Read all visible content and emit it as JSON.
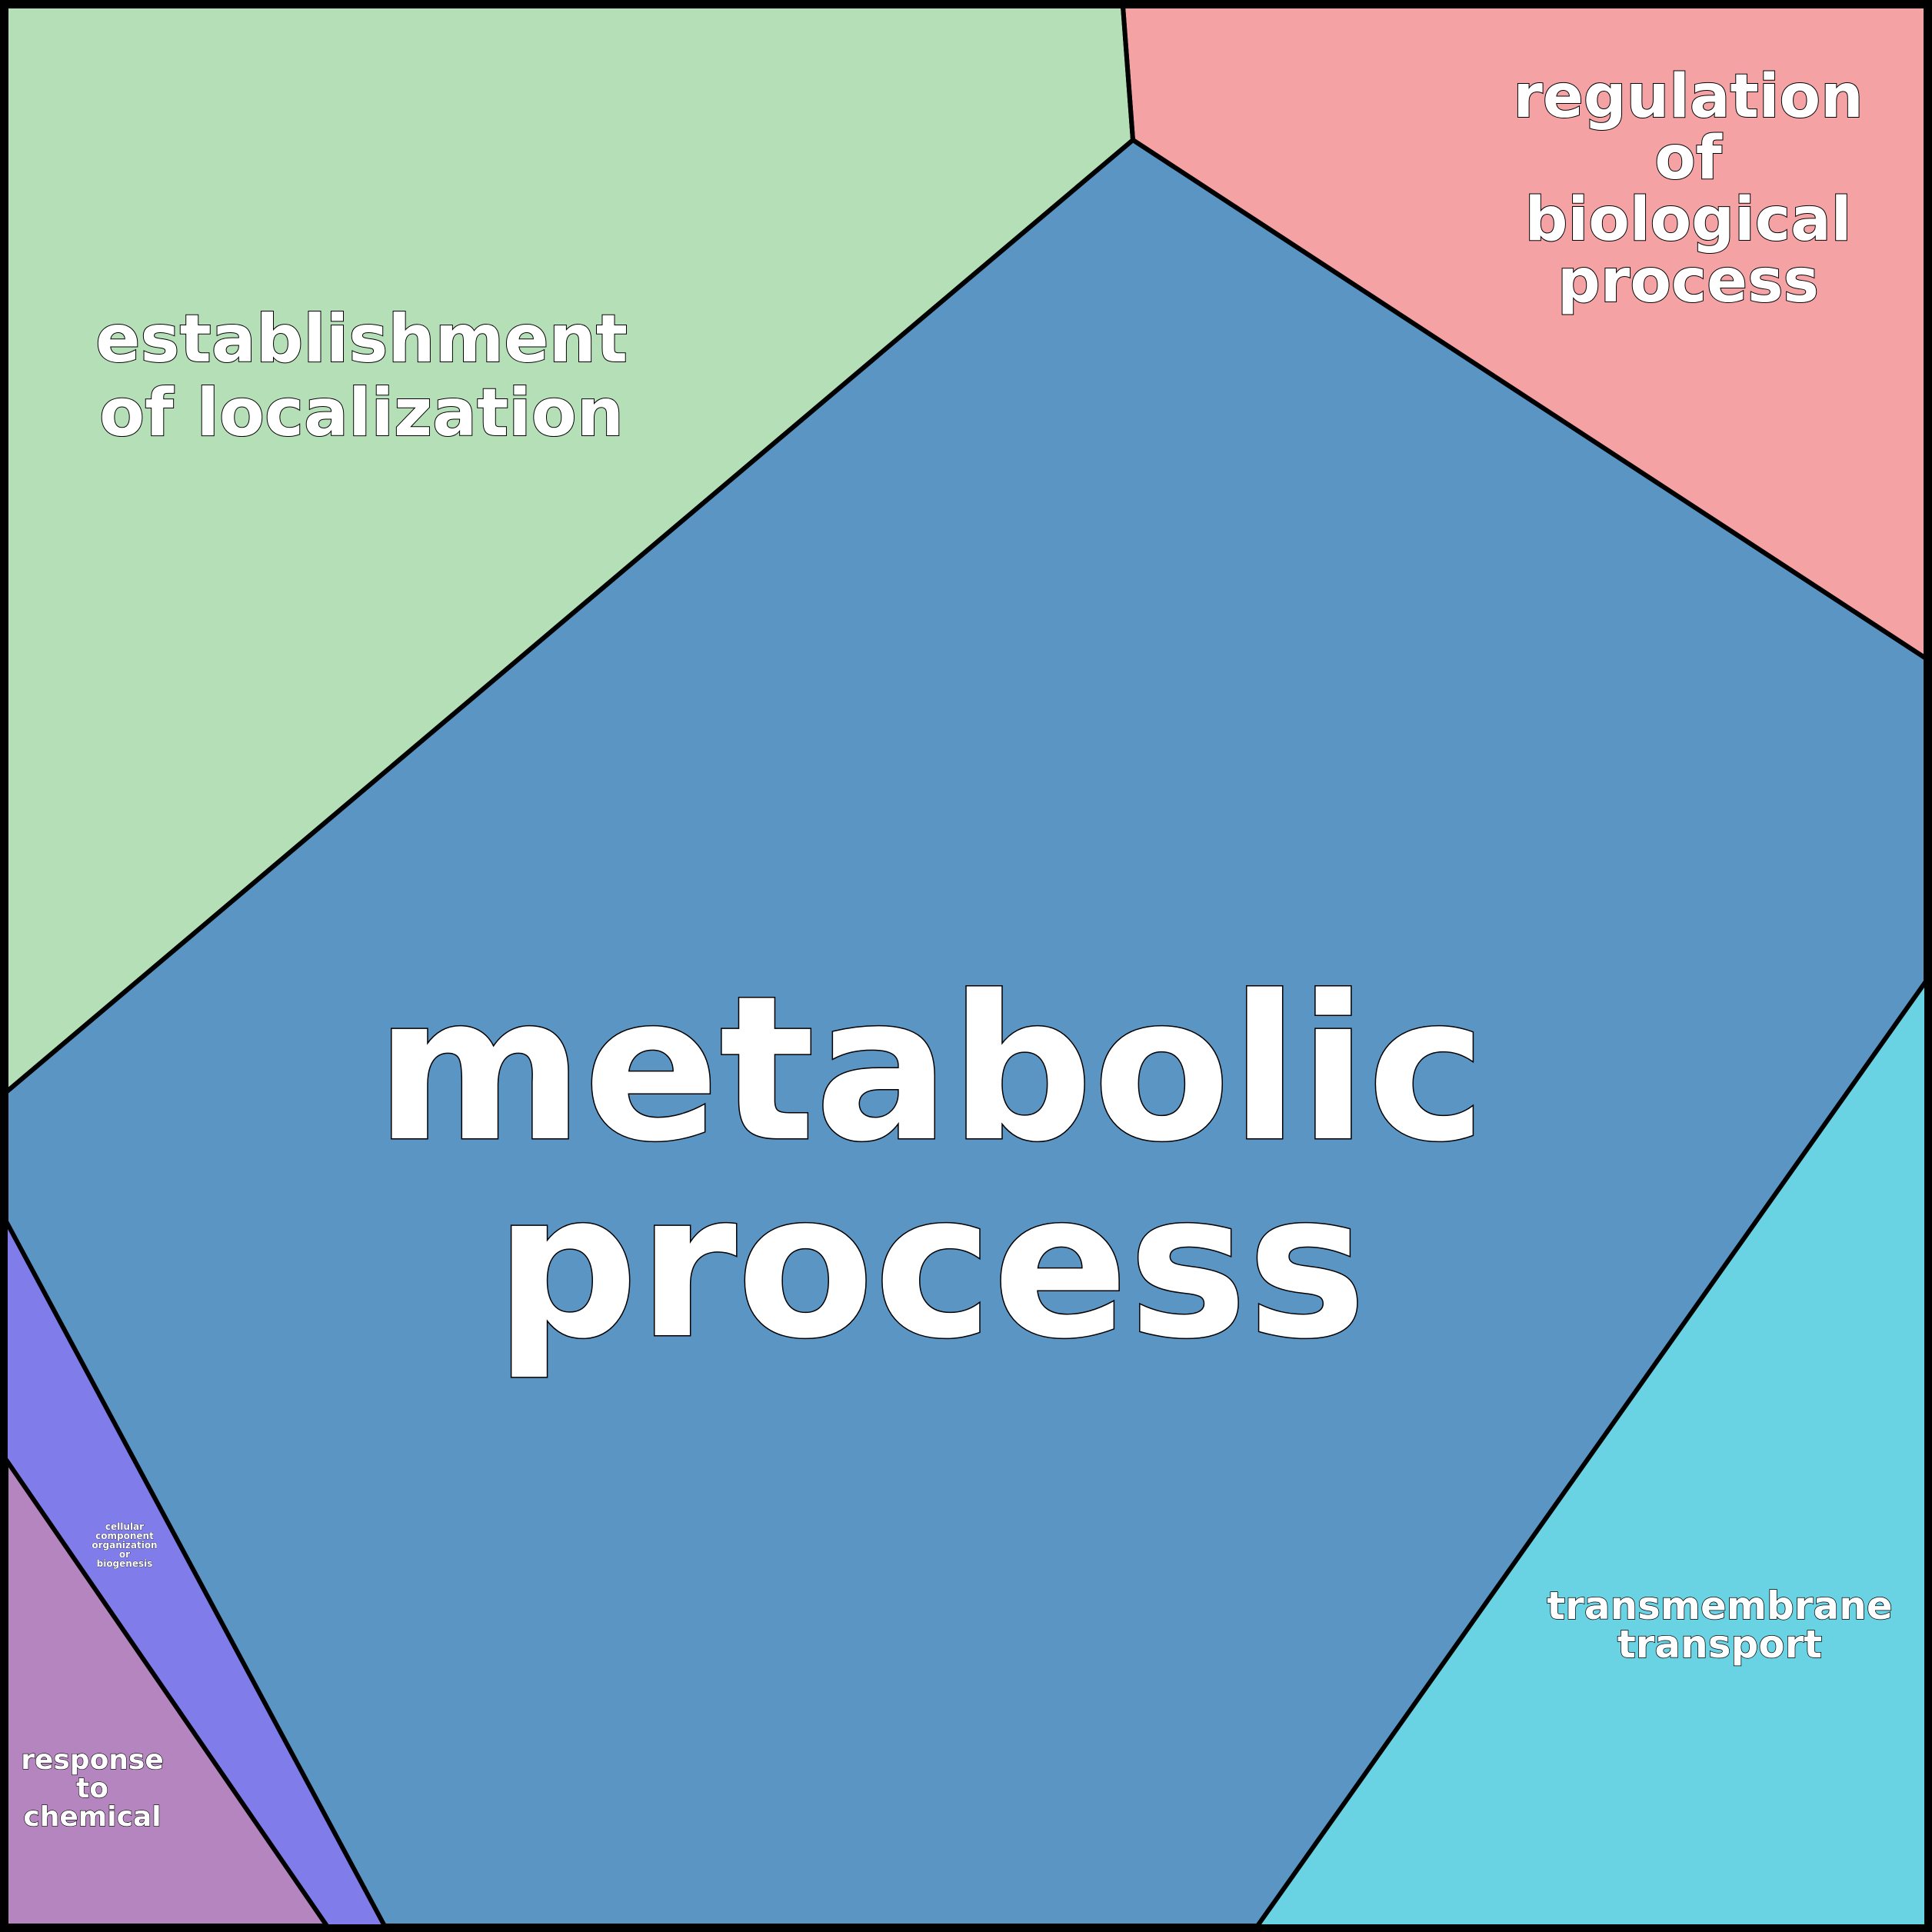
{
  "diagram": {
    "type": "voronoi-treemap",
    "border_color": "#000000",
    "label_color": "#ffffff",
    "cells": [
      {
        "id": "establishment",
        "label_lines": [
          "establishment",
          "of localization"
        ],
        "color": "#b5dfb6"
      },
      {
        "id": "regulation",
        "label_lines": [
          "regulation",
          "of",
          "biological",
          "process"
        ],
        "color": "#f4a2a4"
      },
      {
        "id": "metabolic",
        "label_lines": [
          "metabolic",
          "process"
        ],
        "color": "#5b95c3"
      },
      {
        "id": "transmembrane",
        "label_lines": [
          "transmembrane",
          "transport"
        ],
        "color": "#69d2e3"
      },
      {
        "id": "cellular",
        "label_lines": [
          "cellular",
          "component",
          "organization",
          "or",
          "biogenesis"
        ],
        "color": "#807ce9"
      },
      {
        "id": "response",
        "label_lines": [
          "response",
          "to",
          "chemical"
        ],
        "color": "#b585bf"
      }
    ]
  }
}
